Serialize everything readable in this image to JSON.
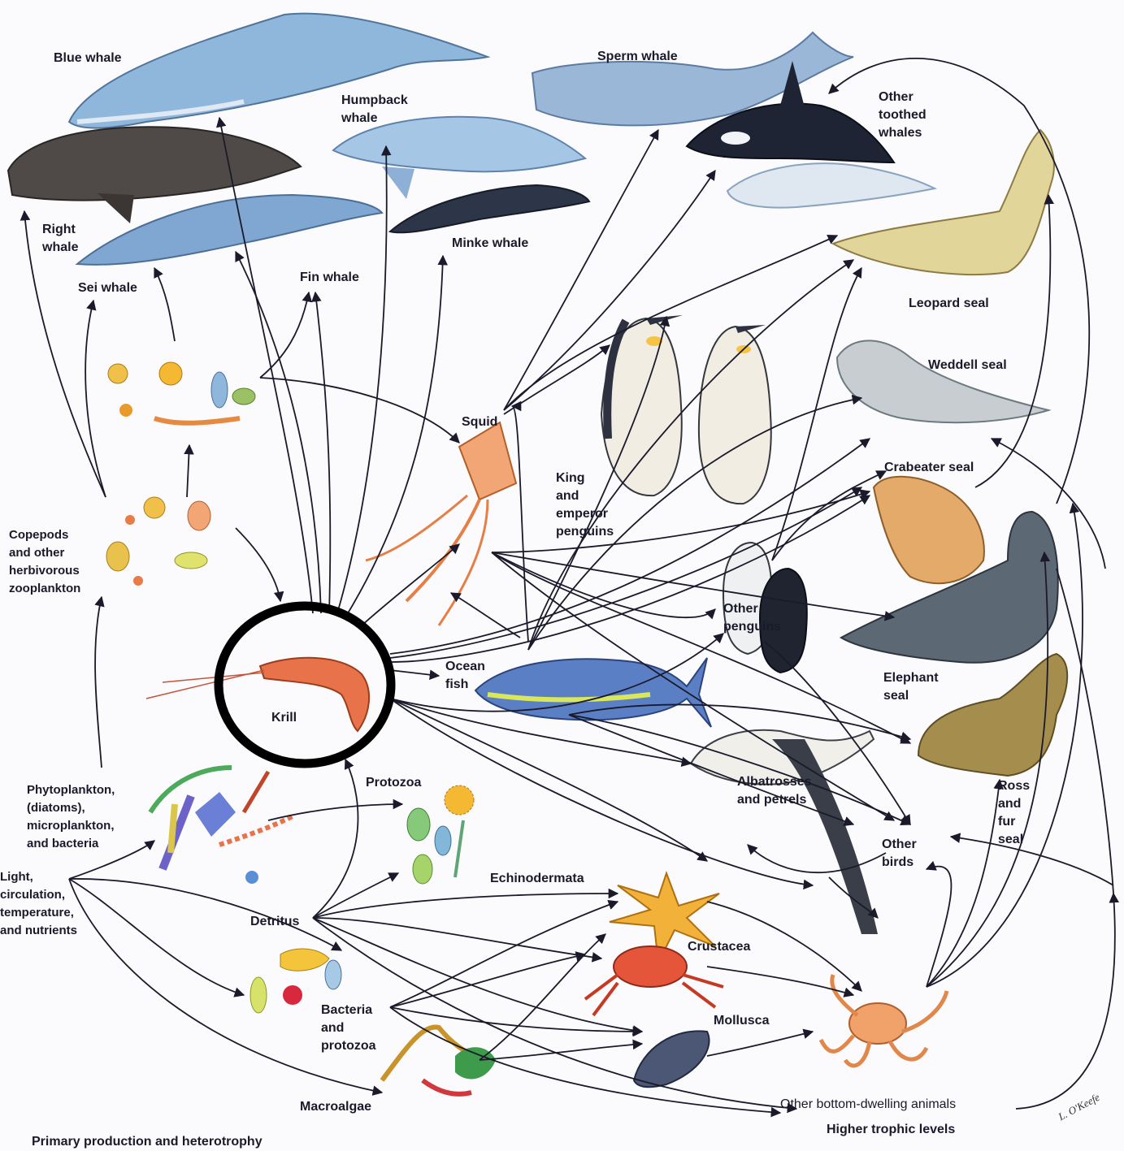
{
  "labels": {
    "blue_whale": "Blue whale",
    "right_whale": "Right\nwhale",
    "sei_whale": "Sei whale",
    "fin_whale": "Fin whale",
    "humpback_whale": "Humpback\nwhale",
    "minke_whale": "Minke whale",
    "sperm_whale": "Sperm whale",
    "other_toothed_whales": "Other\ntoothed\nwhales",
    "leopard_seal": "Leopard seal",
    "weddell_seal": "Weddell seal",
    "crabeater_seal": "Crabeater seal",
    "elephant_seal": "Elephant\nseal",
    "ross_fur_seal": "Ross\nand\nfur\nseal",
    "squid": "Squid",
    "king_emperor_penguins": "King\nand\nemperor\npenguins",
    "other_penguins": "Other\npenguins",
    "copepods": "Copepods\nand other\nherbivorous\nzooplankton",
    "krill": "Krill",
    "ocean_fish": "Ocean\nfish",
    "albatrosses": "Albatrosses\nand petrels",
    "other_birds": "Other\nbirds",
    "phytoplankton": "Phytoplankton,\n(diatoms),\nmicroplankton,\nand bacteria",
    "protozoa": "Protozoa",
    "light": "Light,\ncirculation,\ntemperature,\nand nutrients",
    "detritus": "Detritus",
    "echinodermata": "Echinodermata",
    "crustacea": "Crustacea",
    "bacteria_protozoa": "Bacteria\nand\nprotozoa",
    "mollusca": "Mollusca",
    "macroalgae": "Macroalgae",
    "other_bottom": "Other bottom-dwelling animals",
    "higher_trophic": "Higher trophic levels",
    "primary_production": "Primary production and heterotrophy",
    "signature": "L. O'Keefe"
  },
  "colors": {
    "whale_blue": "#8fb6db",
    "whale_dark": "#4f4a48",
    "seal_tan": "#e2d59a",
    "seal_grey": "#c7cdd0",
    "krill_orange": "#e8734a",
    "squid_orange": "#f2a676",
    "fish_blue": "#5b7fc4",
    "starfish": "#f2b23a",
    "arrow": "#1a1a2a",
    "highlight_circle": "#000000"
  }
}
